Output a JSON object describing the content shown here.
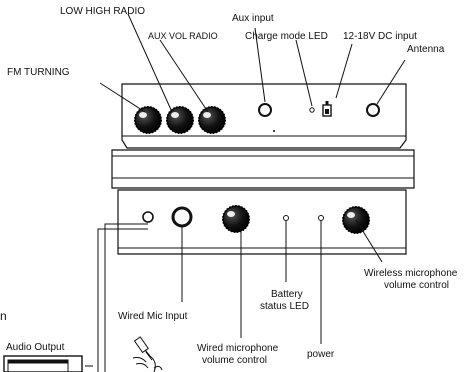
{
  "top_labels": {
    "low_high_radio": "LOW  HIGH RADIO",
    "aux_vol_radio": "AUX  VOL  RADIO",
    "fm_turning": "FM  TURNING",
    "aux_input": "Aux input",
    "charge_mode_led": "Charge mode LED",
    "dc_input": "12-18V DC input",
    "antenna": "Antenna"
  },
  "bottom_labels": {
    "wireless_mic_volume_line1": "Wireless microphone",
    "wireless_mic_volume_line2": "volume control",
    "wired_mic_input": "Wired Mic Input",
    "battery_status_line1": "Battery",
    "battery_status_line2": "status LED",
    "wired_mic_volume_line1": "Wired microphone",
    "wired_mic_volume_line2": "volume control",
    "power": "power",
    "audio_output": "Audio Output",
    "cut_letter": "n"
  }
}
